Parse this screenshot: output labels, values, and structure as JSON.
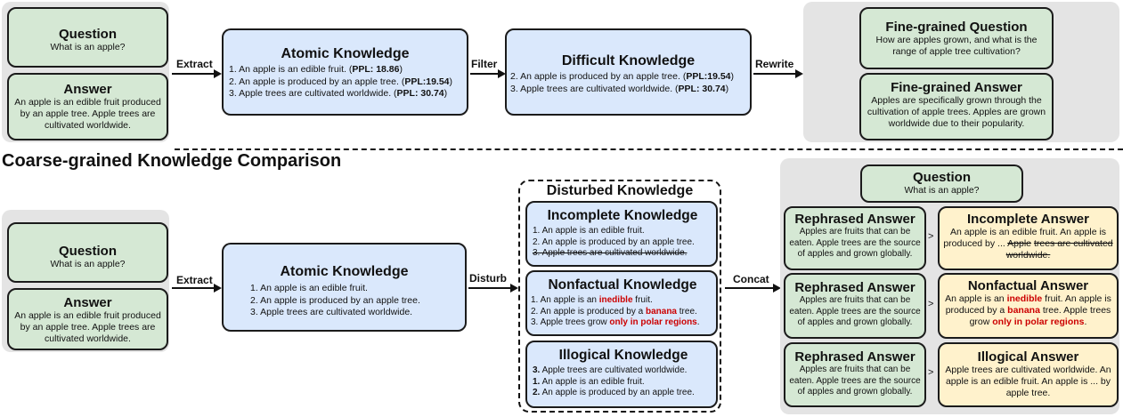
{
  "fine": {
    "question": {
      "title": "Question",
      "text": "What is an apple?"
    },
    "answer": {
      "title": "Answer",
      "text": "An apple is an edible fruit produced by an apple tree. Apple trees are cultivated worldwide."
    },
    "extract_label": "Extract",
    "atomic": {
      "title": "Atomic Knowledge",
      "items": [
        {
          "n": "1.",
          "text": "An apple is an edible fruit. (",
          "ppl": "PPL: 18.86",
          "end": ")"
        },
        {
          "n": "2.",
          "text": "An apple is produced by an apple tree. (",
          "ppl": "PPL:19.54",
          "end": ")"
        },
        {
          "n": "3.",
          "text": "Apple trees are cultivated worldwide. (",
          "ppl": "PPL: 30.74",
          "end": ")"
        }
      ]
    },
    "filter_label": "Filter",
    "difficult": {
      "title": "Difficult Knowledge",
      "items": [
        {
          "n": "2.",
          "text": "An apple is produced by an apple tree. (",
          "ppl": "PPL:19.54",
          "end": ")"
        },
        {
          "n": "3.",
          "text": "Apple trees are cultivated worldwide. (",
          "ppl": "PPL: 30.74",
          "end": ")"
        }
      ]
    },
    "rewrite_label": "Rewrite",
    "fg_question": {
      "title": "Fine-grained Question",
      "text": "How are apples grown, and what is the range of apple tree cultivation?"
    },
    "fg_answer": {
      "title": "Fine-grained Answer",
      "text": "Apples are specifically grown through the cultivation of apple trees. Apples are grown worldwide due to their popularity."
    }
  },
  "coarse": {
    "section_title": "Coarse-grained  Knowledge Comparison",
    "question": {
      "title": "Question",
      "text": "What is an apple?"
    },
    "answer": {
      "title": "Answer",
      "text": "An apple is an edible fruit produced by an apple tree. Apple trees are cultivated worldwide."
    },
    "extract_label": "Extract",
    "atomic": {
      "title": "Atomic Knowledge",
      "items": [
        "1. An apple is an edible fruit.",
        "2. An apple is produced by an apple tree.",
        "3. Apple trees are cultivated worldwide."
      ]
    },
    "disturb_label": "Disturb",
    "disturbed_title": "Disturbed Knowledge",
    "incomplete": {
      "title": "Incomplete Knowledge",
      "items": [
        "1. An apple is an edible fruit.",
        "2. An apple is produced by an apple tree.",
        "3. Apple trees are cultivated worldwide."
      ]
    },
    "nonfactual": {
      "title": "Nonfactual Knowledge",
      "l1a": "1. An apple is an ",
      "l1r": "inedible",
      "l1b": " fruit.",
      "l2a": "2. An apple is produced by a ",
      "l2r": "banana",
      "l2b": " tree.",
      "l3a": "3. Apple trees grow ",
      "l3r": "only in polar regions",
      "l3b": "."
    },
    "illogical": {
      "title": "Illogical Knowledge",
      "items": [
        {
          "n": "3.",
          "text": " Apple trees are cultivated worldwide."
        },
        {
          "n": "1.",
          "text": " An apple is an edible fruit."
        },
        {
          "n": "2.",
          "text": " An apple is produced by an apple tree."
        }
      ]
    },
    "concat_label": "Concat",
    "out_question": {
      "title": "Question",
      "text": "What is an apple?"
    },
    "rephrased": {
      "title": "Rephrased Answer",
      "text": "Apples are fruits that can be eaten. Apple trees are the source of apples and grown globally."
    },
    "gt": ">",
    "incomplete_answer": {
      "title": "Incomplete Answer",
      "text": "An apple is an edible fruit. An apple is produced by ... ",
      "strike1": "Apple",
      "strike2": "trees are cultivated worldwide."
    },
    "nonfactual_answer": {
      "title": "Nonfactual Answer",
      "a": "An apple is an ",
      "r1": "inedible",
      "b": " fruit. An apple is produced by a ",
      "r2": "banana",
      "c": " tree. Apple trees grow ",
      "r3": "only in polar regions",
      "d": "."
    },
    "illogical_answer": {
      "title": "Illogical Answer",
      "text": "Apple trees are cultivated worldwide. An apple is an edible fruit. An apple is ... by apple tree."
    }
  }
}
